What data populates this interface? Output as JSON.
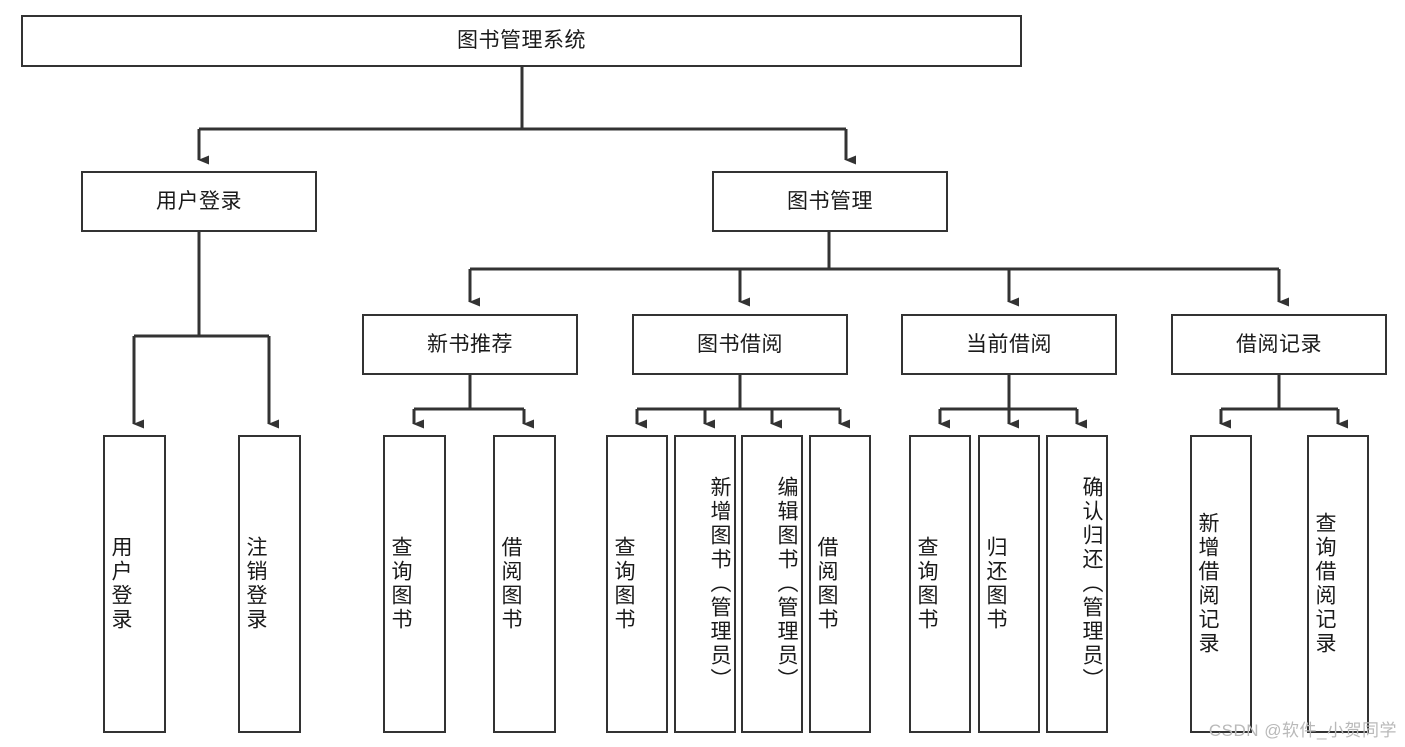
{
  "diagram": {
    "title": "图书管理系统",
    "type": "tree-hierarchy",
    "background_color": "#ffffff",
    "line_color": "#333333",
    "box_border_color": "#333333",
    "text_color": "#1a1a1a"
  },
  "watermark": {
    "text": "CSDN @软件_小贺同学",
    "color": "#b9b9b9"
  },
  "nodes": {
    "root": {
      "label": "图书管理系统",
      "level": 1
    },
    "user_login": {
      "label": "用户登录",
      "level": 2
    },
    "book_manage": {
      "label": "图书管理",
      "level": 2
    },
    "new_book_rec": {
      "label": "新书推荐",
      "level": 3
    },
    "book_borrow": {
      "label": "图书借阅",
      "level": 3
    },
    "current_borrow": {
      "label": "当前借阅",
      "level": 3
    },
    "borrow_record": {
      "label": "借阅记录",
      "level": 3
    },
    "leaf_user_login": {
      "label": "用户登录",
      "level": 4
    },
    "leaf_logout": {
      "label": "注销登录",
      "level": 4
    },
    "leaf_query_book_1": {
      "label": "查询图书",
      "level": 4
    },
    "leaf_borrow_book_1": {
      "label": "借阅图书",
      "level": 4
    },
    "leaf_query_book_2": {
      "label": "查询图书",
      "level": 4
    },
    "leaf_add_book": {
      "label": "新增图书（管理员）",
      "level": 4
    },
    "leaf_edit_book": {
      "label": "编辑图书（管理员）",
      "level": 4
    },
    "leaf_borrow_book_2": {
      "label": "借阅图书",
      "level": 4
    },
    "leaf_query_book_3": {
      "label": "查询图书",
      "level": 4
    },
    "leaf_return_book": {
      "label": "归还图书",
      "level": 4
    },
    "leaf_confirm_return": {
      "label": "确认归还（管理员）",
      "level": 4
    },
    "leaf_add_record": {
      "label": "新增借阅记录",
      "level": 4
    },
    "leaf_query_record": {
      "label": "查询借阅记录",
      "level": 4
    }
  },
  "chart_data": {
    "type": "tree",
    "title": "图书管理系统",
    "root": {
      "label": "图书管理系统",
      "children": [
        {
          "label": "用户登录",
          "children": [
            {
              "label": "用户登录"
            },
            {
              "label": "注销登录"
            }
          ]
        },
        {
          "label": "图书管理",
          "children": [
            {
              "label": "新书推荐",
              "children": [
                {
                  "label": "查询图书"
                },
                {
                  "label": "借阅图书"
                }
              ]
            },
            {
              "label": "图书借阅",
              "children": [
                {
                  "label": "查询图书"
                },
                {
                  "label": "新增图书（管理员）"
                },
                {
                  "label": "编辑图书（管理员）"
                },
                {
                  "label": "借阅图书"
                }
              ]
            },
            {
              "label": "当前借阅",
              "children": [
                {
                  "label": "查询图书"
                },
                {
                  "label": "归还图书"
                },
                {
                  "label": "确认归还（管理员）"
                }
              ]
            },
            {
              "label": "借阅记录",
              "children": [
                {
                  "label": "新增借阅记录"
                },
                {
                  "label": "查询借阅记录"
                }
              ]
            }
          ]
        }
      ]
    }
  }
}
